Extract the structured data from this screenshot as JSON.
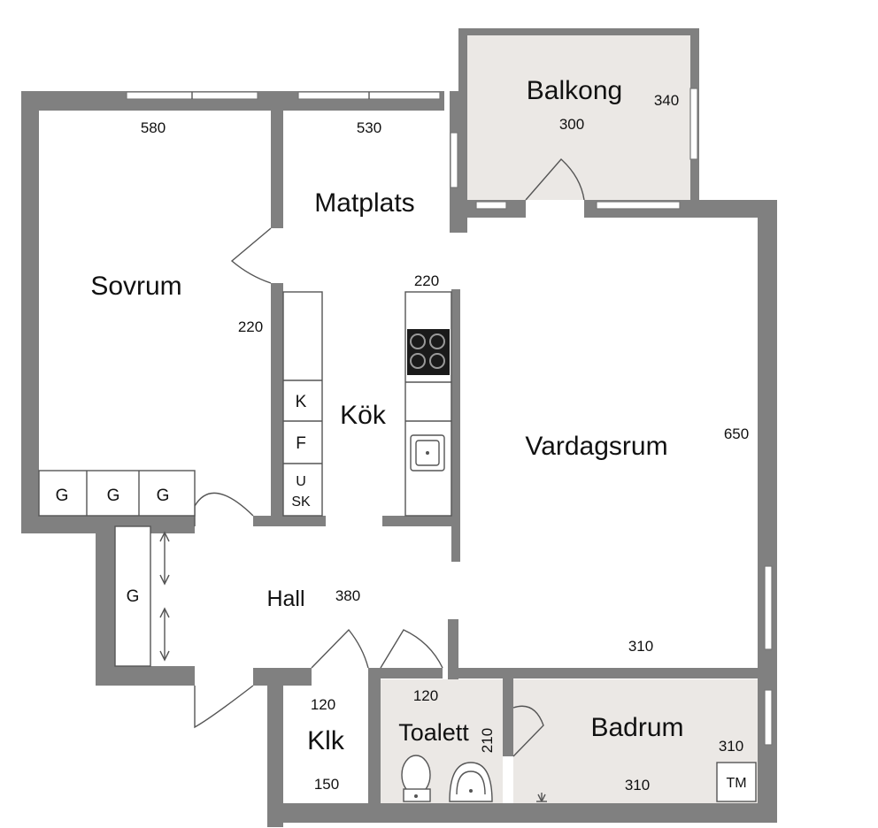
{
  "rooms": {
    "sovrum": "Sovrum",
    "matplats": "Matplats",
    "balkong": "Balkong",
    "kok": "Kök",
    "vardagsrum": "Vardagsrum",
    "hall": "Hall",
    "klk": "Klk",
    "toalett": "Toalett",
    "badrum": "Badrum"
  },
  "dimensions": {
    "sovrum_width": "580",
    "sovrum_height": "220",
    "matplats_width": "530",
    "balkong_width": "300",
    "balkong_height": "340",
    "kok_width": "220",
    "vardagsrum_height": "650",
    "vardagsrum_width": "310",
    "hall_width": "380",
    "klk_top": "120",
    "klk_bottom": "150",
    "toalett_width": "120",
    "toalett_height": "210",
    "badrum_height": "310",
    "badrum_width": "310"
  },
  "fixtures": {
    "wardrobe_1": "G",
    "wardrobe_2": "G",
    "wardrobe_3": "G",
    "hall_wardrobe": "G",
    "fridge": "K",
    "freezer": "F",
    "storage_u": "U",
    "storage_sk": "SK",
    "washer": "TM"
  },
  "colors": {
    "wall": "#808080",
    "wet_room_floor": "#ebe8e5",
    "background": "#ffffff"
  }
}
